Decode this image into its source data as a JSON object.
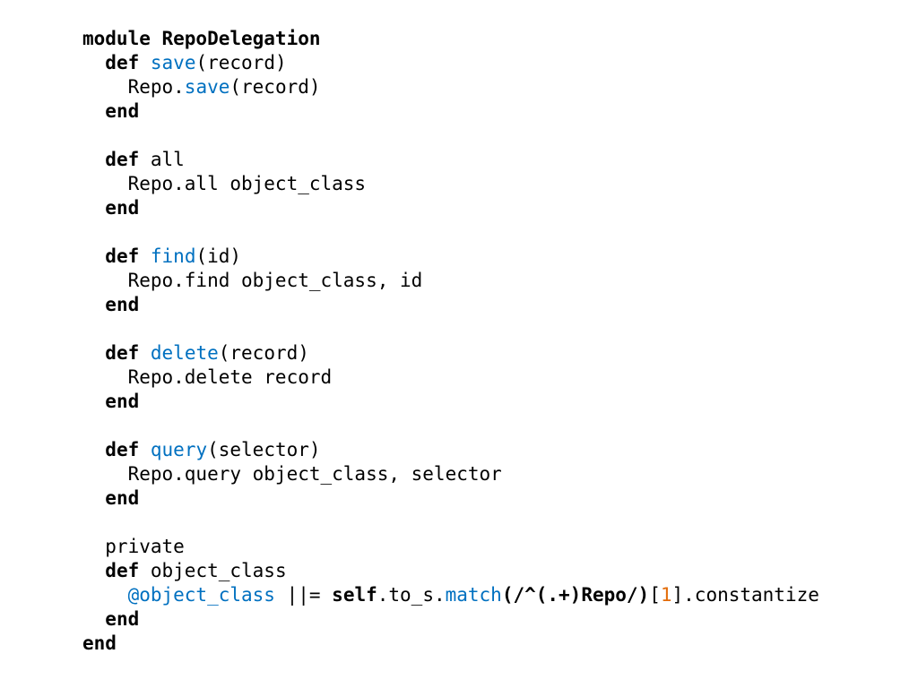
{
  "page": {
    "background": "#ffffff"
  },
  "colors": {
    "text": "#000000",
    "keyword_bold": "#000000",
    "method_blue": "#0070c0",
    "number_orange": "#e36c09"
  },
  "code": {
    "language": "ruby",
    "lines": [
      [
        [
          "module RepoDelegation",
          "b"
        ]
      ],
      [
        [
          "  ",
          "n"
        ],
        [
          "def",
          "b"
        ],
        [
          " ",
          "n"
        ],
        [
          "save",
          "m"
        ],
        [
          "(record)",
          "n"
        ]
      ],
      [
        [
          "    Repo.",
          "n"
        ],
        [
          "save",
          "m"
        ],
        [
          "(record)",
          "n"
        ]
      ],
      [
        [
          "  ",
          "n"
        ],
        [
          "end",
          "b"
        ]
      ],
      [],
      [
        [
          "  ",
          "n"
        ],
        [
          "def",
          "b"
        ],
        [
          " all",
          "n"
        ]
      ],
      [
        [
          "    Repo.all object_class",
          "n"
        ]
      ],
      [
        [
          "  ",
          "n"
        ],
        [
          "end",
          "b"
        ]
      ],
      [],
      [
        [
          "  ",
          "n"
        ],
        [
          "def",
          "b"
        ],
        [
          " ",
          "n"
        ],
        [
          "find",
          "m"
        ],
        [
          "(id)",
          "n"
        ]
      ],
      [
        [
          "    Repo.find object_class, id",
          "n"
        ]
      ],
      [
        [
          "  ",
          "n"
        ],
        [
          "end",
          "b"
        ]
      ],
      [],
      [
        [
          "  ",
          "n"
        ],
        [
          "def",
          "b"
        ],
        [
          " ",
          "n"
        ],
        [
          "delete",
          "m"
        ],
        [
          "(record)",
          "n"
        ]
      ],
      [
        [
          "    Repo.delete record",
          "n"
        ]
      ],
      [
        [
          "  ",
          "n"
        ],
        [
          "end",
          "b"
        ]
      ],
      [],
      [
        [
          "  ",
          "n"
        ],
        [
          "def",
          "b"
        ],
        [
          " ",
          "n"
        ],
        [
          "query",
          "m"
        ],
        [
          "(selector)",
          "n"
        ]
      ],
      [
        [
          "    Repo.query object_class, selector",
          "n"
        ]
      ],
      [
        [
          "  ",
          "n"
        ],
        [
          "end",
          "b"
        ]
      ],
      [],
      [
        [
          "  private",
          "n"
        ]
      ],
      [
        [
          "  ",
          "n"
        ],
        [
          "def",
          "b"
        ],
        [
          " object_class",
          "n"
        ]
      ],
      [
        [
          "    ",
          "n"
        ],
        [
          "@object_class",
          "m"
        ],
        [
          " ||= ",
          "n"
        ],
        [
          "self",
          "b"
        ],
        [
          ".to_s.",
          "n"
        ],
        [
          "match",
          "m"
        ],
        [
          "(/^(.+)Repo/)",
          "b"
        ],
        [
          "[",
          "n"
        ],
        [
          "1",
          "o"
        ],
        [
          "].constantize",
          "n"
        ]
      ],
      [
        [
          "  ",
          "n"
        ],
        [
          "end",
          "b"
        ]
      ],
      [
        [
          "end",
          "b"
        ]
      ]
    ]
  }
}
